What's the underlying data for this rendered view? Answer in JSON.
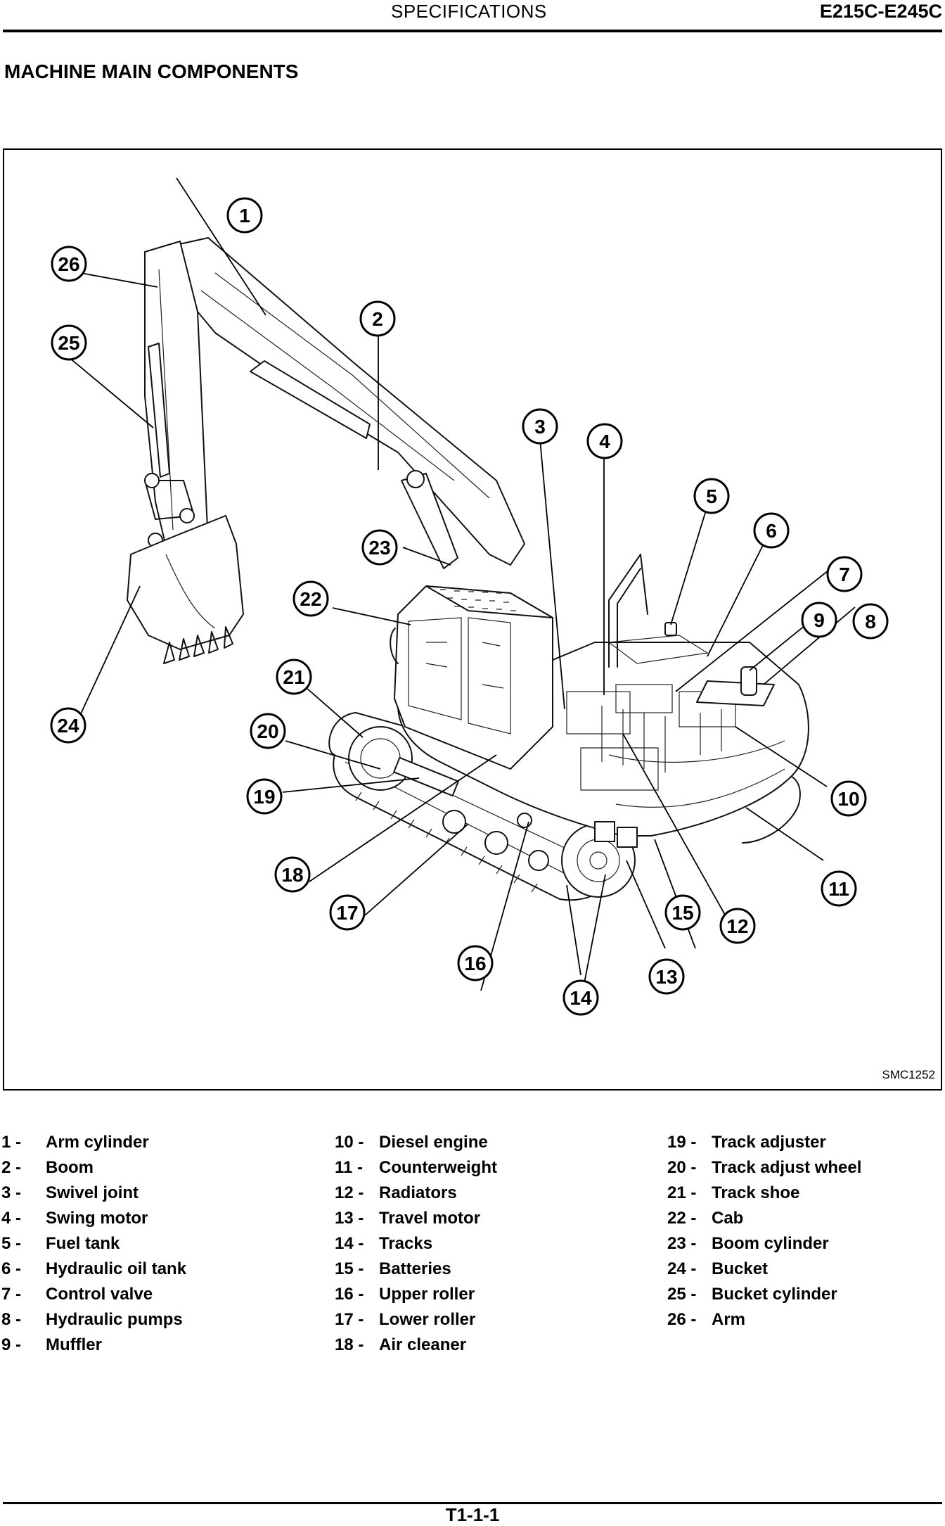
{
  "header": {
    "section": "SPECIFICATIONS",
    "model": "E215C-E245C"
  },
  "page_title": "MACHINE MAIN COMPONENTS",
  "figure": {
    "reference": "SMC1252",
    "callouts": [
      "1",
      "2",
      "3",
      "4",
      "5",
      "6",
      "7",
      "8",
      "9",
      "10",
      "11",
      "12",
      "13",
      "14",
      "15",
      "16",
      "17",
      "18",
      "19",
      "20",
      "21",
      "22",
      "23",
      "24",
      "25",
      "26"
    ]
  },
  "legend": [
    {
      "num": "1 -",
      "text": "Arm cylinder"
    },
    {
      "num": "2 -",
      "text": "Boom"
    },
    {
      "num": "3 -",
      "text": "Swivel joint"
    },
    {
      "num": "4 -",
      "text": "Swing motor"
    },
    {
      "num": "5 -",
      "text": "Fuel tank"
    },
    {
      "num": "6 -",
      "text": "Hydraulic oil tank"
    },
    {
      "num": "7 -",
      "text": "Control valve"
    },
    {
      "num": "8 -",
      "text": "Hydraulic pumps"
    },
    {
      "num": "9 -",
      "text": "Muffler"
    },
    {
      "num": "10 -",
      "text": "Diesel engine"
    },
    {
      "num": "11 -",
      "text": "Counterweight"
    },
    {
      "num": "12 -",
      "text": "Radiators"
    },
    {
      "num": "13 -",
      "text": "Travel motor"
    },
    {
      "num": "14 -",
      "text": "Tracks"
    },
    {
      "num": "15 -",
      "text": "Batteries"
    },
    {
      "num": "16 -",
      "text": "Upper roller"
    },
    {
      "num": "17 -",
      "text": "Lower roller"
    },
    {
      "num": "18 -",
      "text": "Air cleaner"
    },
    {
      "num": "19 -",
      "text": "Track adjuster"
    },
    {
      "num": "20 -",
      "text": "Track adjust wheel"
    },
    {
      "num": "21 -",
      "text": "Track shoe"
    },
    {
      "num": "22 -",
      "text": "Cab"
    },
    {
      "num": "23 -",
      "text": "Boom cylinder"
    },
    {
      "num": "24 -",
      "text": "Bucket"
    },
    {
      "num": "25 -",
      "text": "Bucket cylinder"
    },
    {
      "num": "26 -",
      "text": "Arm"
    }
  ],
  "page_number": "T1-1-1"
}
